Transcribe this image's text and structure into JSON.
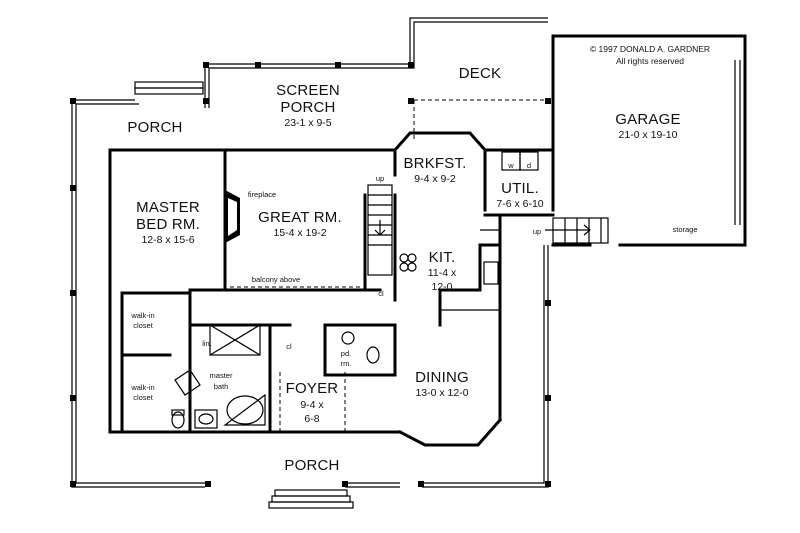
{
  "copyright": {
    "line1": "© 1997 DONALD A. GARDNER",
    "line2": "All rights reserved"
  },
  "rooms": {
    "screen_porch": {
      "name_1": "SCREEN",
      "name_2": "PORCH",
      "dims": "23-1 x 9-5"
    },
    "deck": {
      "name": "DECK"
    },
    "porch_left": {
      "name": "PORCH"
    },
    "porch_front": {
      "name": "PORCH"
    },
    "garage": {
      "name": "GARAGE",
      "dims": "21-0 x 19-10",
      "storage": "storage"
    },
    "brkfst": {
      "name": "BRKFST.",
      "dims": "9-4 x 9-2"
    },
    "util": {
      "name": "UTIL.",
      "dims": "7-6 x 6-10",
      "w": "w",
      "d": "d"
    },
    "master_bed": {
      "name_1": "MASTER",
      "name_2": "BED RM.",
      "dims": "12-8 x 15-6"
    },
    "great_rm": {
      "name": "GREAT RM.",
      "dims": "15-4 x 19-2",
      "fireplace": "fireplace",
      "balcony": "balcony above"
    },
    "kit": {
      "name": "KIT.",
      "dims_1": "11-4 x",
      "dims_2": "12-0"
    },
    "walkin_1": {
      "line1": "walk-in",
      "line2": "closet"
    },
    "walkin_2": {
      "line1": "walk-in",
      "line2": "closet"
    },
    "master_bath": {
      "line1": "master",
      "line2": "bath"
    },
    "foyer": {
      "name": "FOYER",
      "dims_1": "9-4 x",
      "dims_2": "6-8"
    },
    "dining": {
      "name": "DINING",
      "dims": "13-0 x 12-0"
    },
    "pd_rm": {
      "line1": "pd.",
      "line2": "rm."
    },
    "lin": {
      "label": "lin."
    },
    "cl_1": {
      "label": "cl"
    },
    "cl_2": {
      "label": "cl"
    },
    "stair_up_1": {
      "label": "up"
    },
    "stair_up_2": {
      "label": "up"
    }
  }
}
